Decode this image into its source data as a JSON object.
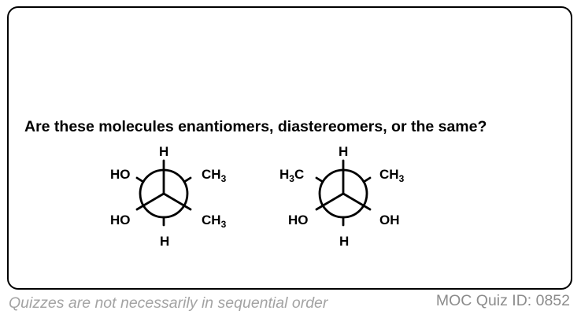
{
  "question": "Are these molecules enantiomers, diastereomers, or the same?",
  "molecules": [
    {
      "front_top": "H",
      "front_bottom_left": "HO",
      "front_bottom_right": {
        "main": "CH",
        "sub": "3"
      },
      "back_top_left": "HO",
      "back_top_right": {
        "main": "CH",
        "sub": "3"
      },
      "back_bottom": "H"
    },
    {
      "front_top": "H",
      "front_bottom_left": "HO",
      "front_bottom_right": "OH",
      "back_top_left": {
        "pre": "H",
        "sub": "3",
        "post": "C"
      },
      "back_top_right": {
        "main": "CH",
        "sub": "3"
      },
      "back_bottom": "H"
    }
  ],
  "footer": {
    "note": "Quizzes are not necessarily in sequential order",
    "quiz_id": "MOC Quiz ID: 0852"
  },
  "colors": {
    "border": "#000000",
    "footer_note": "#a3a3a3",
    "quiz_id": "#8c8c8c"
  }
}
